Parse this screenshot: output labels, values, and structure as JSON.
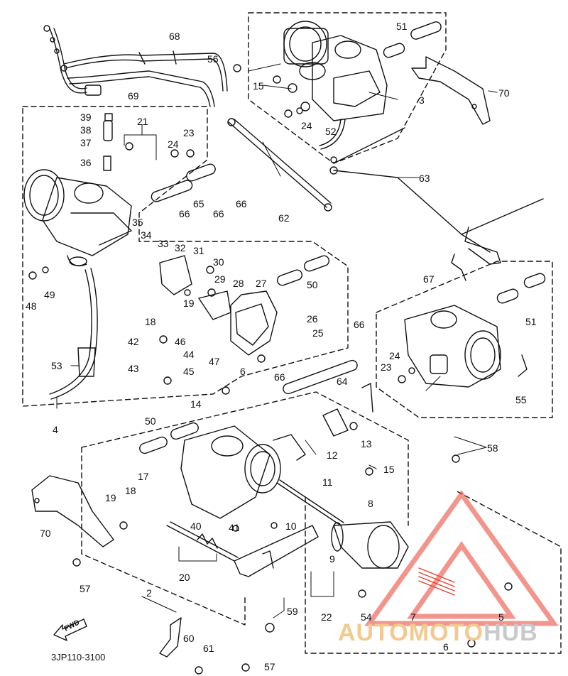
{
  "diagram": {
    "part_code": "3JP110-3100",
    "fwd_label": "FWD",
    "watermark": {
      "part1": "AUTOMOTO",
      "part2": "HUB",
      "color_main": "#e8402f",
      "color_soft": "#f3c98e",
      "color_grey": "#c9c9c9"
    },
    "callouts": {
      "n2": "2",
      "n3": "3",
      "n4": "4",
      "n5": "5",
      "n6a": "6",
      "n6b": "6",
      "n7": "7",
      "n8": "8",
      "n9": "9",
      "n10": "10",
      "n11": "11",
      "n12": "12",
      "n13": "13",
      "n14": "14",
      "n15a": "15",
      "n15b": "15",
      "n17": "17",
      "n18a": "18",
      "n18b": "18",
      "n19a": "19",
      "n19b": "19",
      "n20": "20",
      "n21": "21",
      "n22": "22",
      "n23a": "23",
      "n23b": "23",
      "n24a": "24",
      "n24b": "24",
      "n24c": "24",
      "n25": "25",
      "n26": "26",
      "n27": "27",
      "n28": "28",
      "n29": "29",
      "n30": "30",
      "n31": "31",
      "n32": "32",
      "n33": "33",
      "n34": "34",
      "n35": "35",
      "n36": "36",
      "n37": "37",
      "n38": "38",
      "n39": "39",
      "n40": "40",
      "n41": "41",
      "n42": "42",
      "n43": "43",
      "n44": "44",
      "n45": "45",
      "n46": "46",
      "n47": "47",
      "n48": "48",
      "n49": "49",
      "n50a": "50",
      "n50b": "50",
      "n51a": "51",
      "n51b": "51",
      "n52": "52",
      "n53": "53",
      "n54": "54",
      "n55": "55",
      "n56": "56",
      "n57a": "57",
      "n57b": "57",
      "n58": "58",
      "n59": "59",
      "n60": "60",
      "n61": "61",
      "n62": "62",
      "n63": "63",
      "n64": "64",
      "n65": "65",
      "n66a": "66",
      "n66b": "66",
      "n66c": "66",
      "n66d": "66",
      "n66e": "66",
      "n67": "67",
      "n68": "68",
      "n69": "69",
      "n70a": "70",
      "n70b": "70"
    }
  }
}
